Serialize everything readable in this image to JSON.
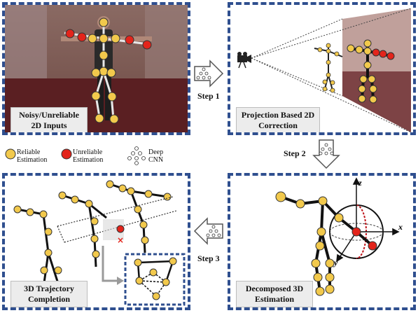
{
  "panels": {
    "p1_caption": "Noisy/Unreliable 2D Inputs",
    "p2_caption": "Projection Based 2D Correction",
    "p3_caption": "Decomposed 3D Estimation",
    "p4_caption": "3D Trajectory Completion"
  },
  "steps": {
    "s1": "Step 1",
    "s2": "Step 2",
    "s3": "Step 3"
  },
  "legend": {
    "reliable": "Reliable Estimation",
    "unreliable": "Unreliable Estimation",
    "cnn": "Deep CNN"
  },
  "axes": {
    "x": "x",
    "y": "y",
    "z": "z"
  },
  "colors": {
    "joint": "#f2c94c",
    "bad_joint": "#e3241b",
    "border": "#2f4f8f"
  }
}
